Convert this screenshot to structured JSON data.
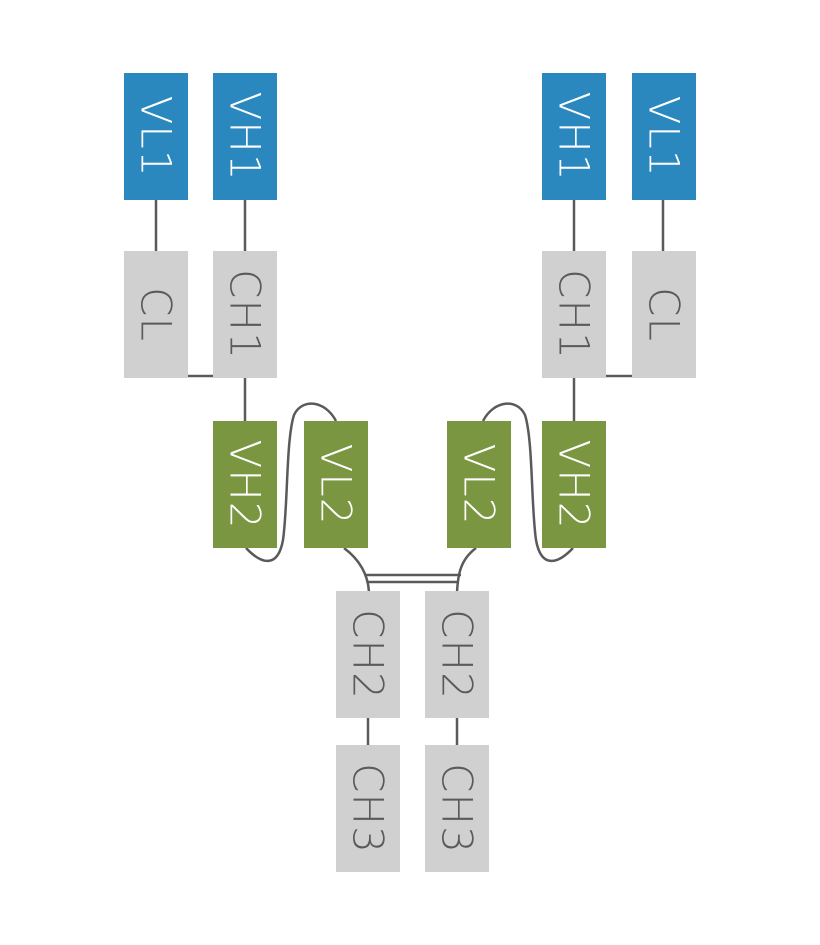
{
  "title": "Bispecific antibody domain diagram",
  "colors": {
    "variable_primary": "#2a88bf",
    "variable_secondary": "#7a9640",
    "constant": "#d0d0d0",
    "line": "#5a5a5a",
    "label_light": "#ffffff",
    "label_dark": "#5a5a5a"
  },
  "domains": [
    {
      "id": "left-vl1",
      "label": "VL1",
      "kind": "variable_primary"
    },
    {
      "id": "left-vh1",
      "label": "VH1",
      "kind": "variable_primary"
    },
    {
      "id": "left-cl",
      "label": "CL",
      "kind": "constant"
    },
    {
      "id": "left-ch1",
      "label": "CH1",
      "kind": "constant"
    },
    {
      "id": "left-vh2",
      "label": "VH2",
      "kind": "variable_secondary"
    },
    {
      "id": "left-vl2",
      "label": "VL2",
      "kind": "variable_secondary"
    },
    {
      "id": "right-vl2",
      "label": "VL2",
      "kind": "variable_secondary"
    },
    {
      "id": "right-vh2",
      "label": "VH2",
      "kind": "variable_secondary"
    },
    {
      "id": "right-vh1",
      "label": "VH1",
      "kind": "variable_primary"
    },
    {
      "id": "right-vl1",
      "label": "VL1",
      "kind": "variable_primary"
    },
    {
      "id": "right-ch1",
      "label": "CH1",
      "kind": "constant"
    },
    {
      "id": "right-cl",
      "label": "CL",
      "kind": "constant"
    },
    {
      "id": "left-ch2",
      "label": "CH2",
      "kind": "constant"
    },
    {
      "id": "right-ch2",
      "label": "CH2",
      "kind": "constant"
    },
    {
      "id": "left-ch3",
      "label": "CH3",
      "kind": "constant"
    },
    {
      "id": "right-ch3",
      "label": "CH3",
      "kind": "constant"
    }
  ],
  "connections": [
    {
      "from": "left-vl1",
      "to": "left-cl",
      "type": "straight"
    },
    {
      "from": "left-vh1",
      "to": "left-ch1",
      "type": "straight"
    },
    {
      "from": "left-cl",
      "to": "left-ch1",
      "type": "disulfide"
    },
    {
      "from": "left-ch1",
      "to": "left-vh2",
      "type": "straight"
    },
    {
      "from": "left-vh2",
      "to": "left-vl2",
      "type": "linker"
    },
    {
      "from": "left-vl2",
      "to": "left-ch2",
      "type": "hinge"
    },
    {
      "from": "right-vh1",
      "to": "right-ch1",
      "type": "straight"
    },
    {
      "from": "right-vl1",
      "to": "right-cl",
      "type": "straight"
    },
    {
      "from": "right-cl",
      "to": "right-ch1",
      "type": "disulfide"
    },
    {
      "from": "right-ch1",
      "to": "right-vh2",
      "type": "straight"
    },
    {
      "from": "right-vh2",
      "to": "right-vl2",
      "type": "linker"
    },
    {
      "from": "right-vl2",
      "to": "right-ch2",
      "type": "hinge"
    },
    {
      "from": "left-ch2",
      "to": "right-ch2",
      "type": "hinge-bridge"
    },
    {
      "from": "left-ch2",
      "to": "left-ch3",
      "type": "straight"
    },
    {
      "from": "right-ch2",
      "to": "right-ch3",
      "type": "straight"
    }
  ]
}
